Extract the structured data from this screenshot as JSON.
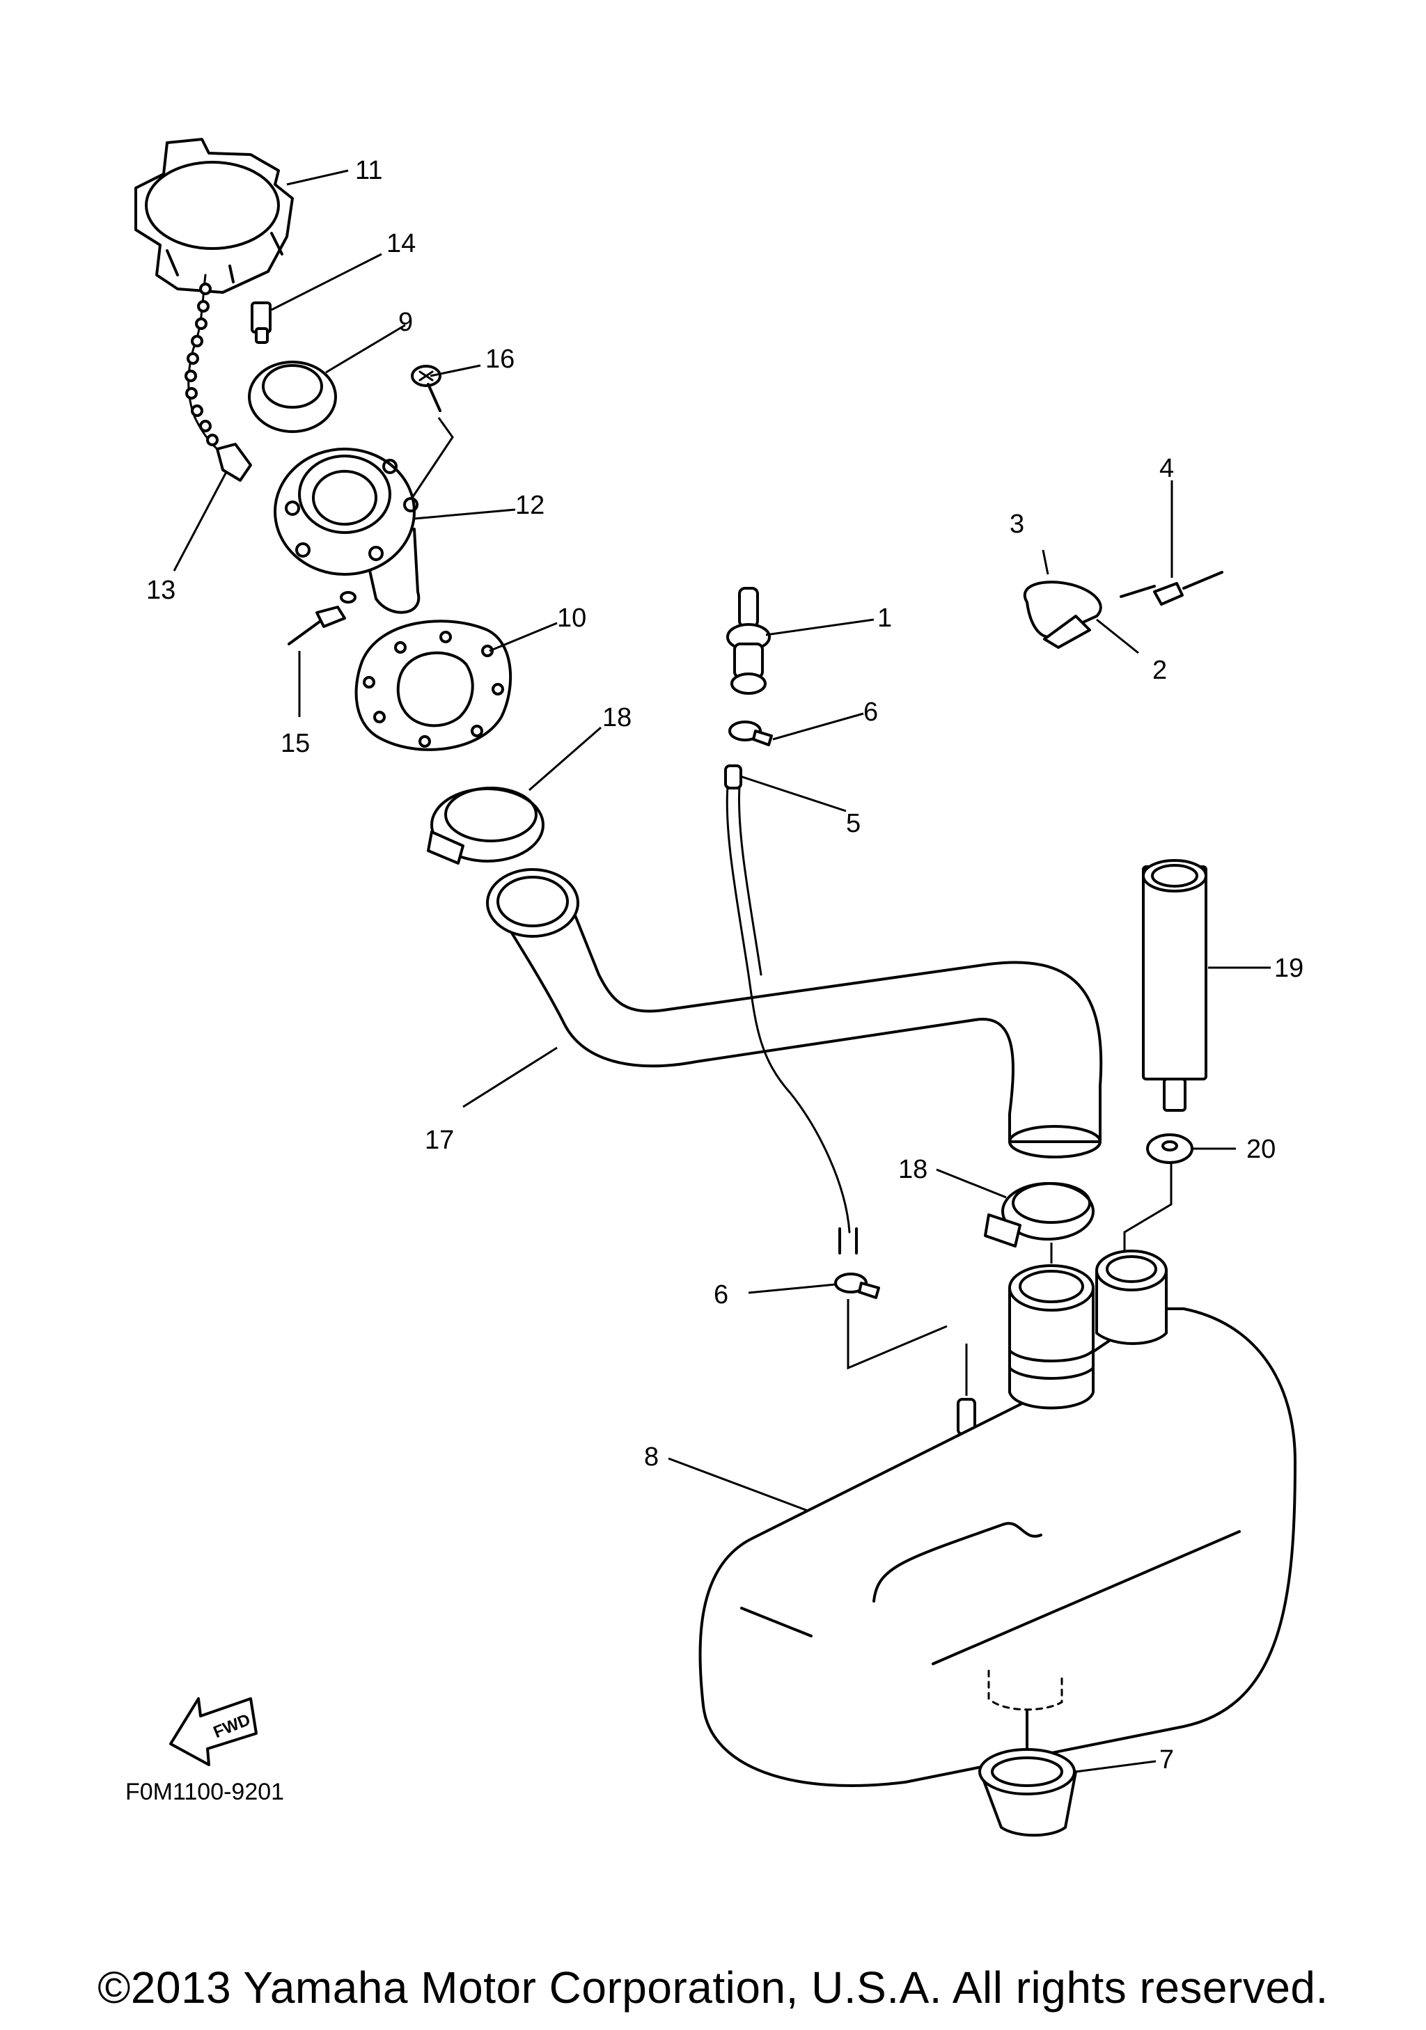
{
  "callouts": {
    "c1": "1",
    "c2": "2",
    "c3": "3",
    "c4": "4",
    "c5": "5",
    "c6a": "6",
    "c6b": "6",
    "c7": "7",
    "c8": "8",
    "c9": "9",
    "c10": "10",
    "c11": "11",
    "c12": "12",
    "c13": "13",
    "c14": "14",
    "c15": "15",
    "c16": "16",
    "c17": "17",
    "c18a": "18",
    "c18b": "18",
    "c19": "19",
    "c20": "20"
  },
  "fwd_label": "FWD",
  "figure_code": "F0M1100-9201",
  "copyright": "©2013 Yamaha Motor Corporation, U.S.A. All rights reserved."
}
